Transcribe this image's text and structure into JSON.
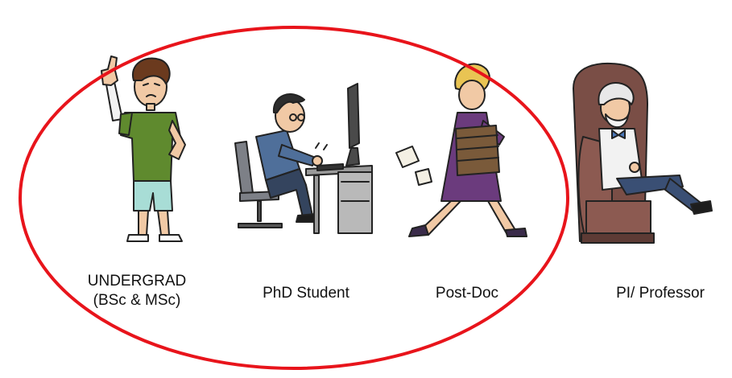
{
  "stages": [
    {
      "id": "undergrad",
      "lines": [
        "UNDERGRAD",
        "(BSc & MSc)"
      ]
    },
    {
      "id": "phd",
      "lines": [
        "PhD Student"
      ]
    },
    {
      "id": "postdoc",
      "lines": [
        "Post-Doc"
      ]
    },
    {
      "id": "professor",
      "lines": [
        "PI/ Professor"
      ]
    }
  ],
  "highlight": {
    "color": "#e8141b",
    "encloses": [
      "undergrad",
      "phd",
      "postdoc"
    ]
  },
  "icons": [
    "undergrad-figure-icon",
    "phd-student-at-desk-icon",
    "postdoc-running-with-papers-icon",
    "professor-in-armchair-icon"
  ]
}
